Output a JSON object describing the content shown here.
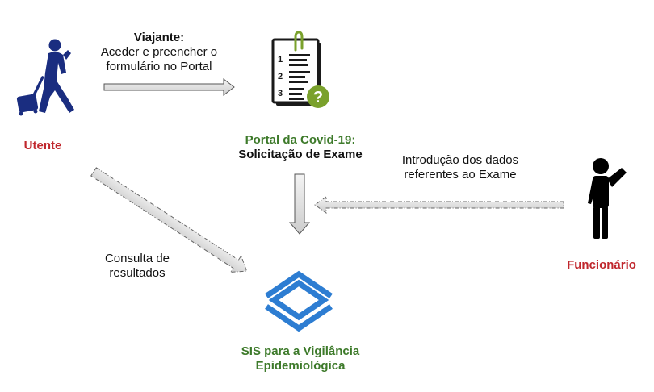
{
  "actors": {
    "utente": {
      "label": "Utente"
    },
    "funcionario": {
      "label": "Funcionário"
    }
  },
  "flows": {
    "viajante": {
      "title": "Viajante:",
      "line1": "Aceder e preencher o",
      "line2": "formulário no Portal"
    },
    "introducao": {
      "line1": "Introdução dos dados",
      "line2": "referentes ao Exame"
    },
    "consulta": {
      "line1": "Consulta de",
      "line2": "resultados"
    }
  },
  "portal": {
    "title": "Portal da Covid-19:",
    "subtitle": "Solicitação de Exame",
    "list_numbers": [
      "1",
      "2",
      "3"
    ],
    "badge": "?"
  },
  "sis": {
    "line1": "SIS para a Vigilância",
    "line2": "Epidemiológica"
  },
  "colors": {
    "actor_navy": "#1a2d80",
    "actor_black": "#000000",
    "label_red": "#c0272d",
    "label_green": "#3d7a2a",
    "badge_green": "#7aa12c",
    "sis_blue": "#2d7dd2"
  },
  "icons": [
    "traveler-icon",
    "worker-icon",
    "form-checklist-icon",
    "paperclip-icon",
    "sis-layers-icon"
  ]
}
